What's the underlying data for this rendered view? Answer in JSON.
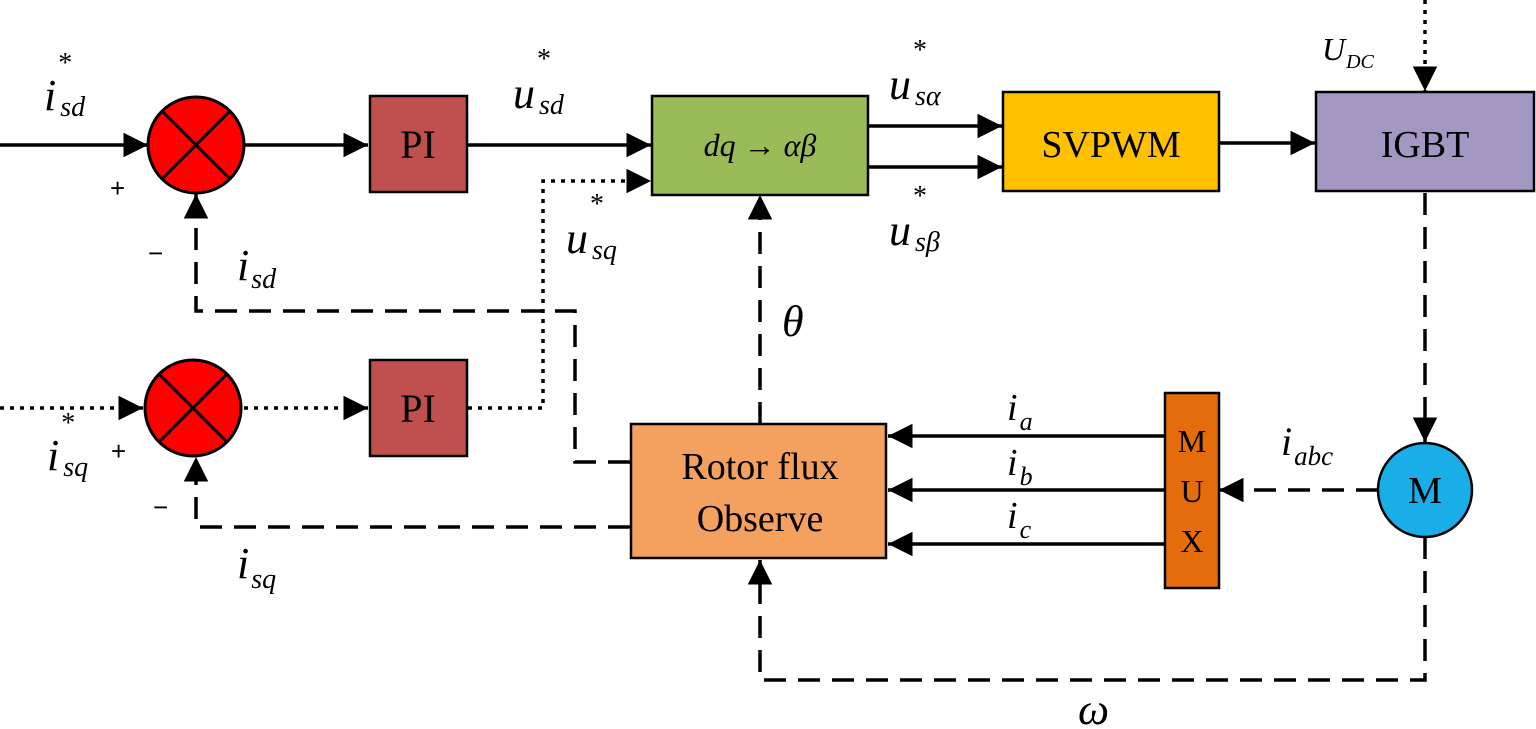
{
  "colors": {
    "summer": "#ff0000",
    "pi": "#c0504d",
    "transform": "#9bbb59",
    "svpwm": "#ffc000",
    "igbt": "#a497c4",
    "observer": "#f4a160",
    "mux": "#e46c0a",
    "motor": "#1aaee8"
  },
  "blocks": {
    "pi_d": "PI",
    "pi_q": "PI",
    "transform": "dq → αβ",
    "svpwm": "SVPWM",
    "igbt": "IGBT",
    "observer_line1": "Rotor flux",
    "observer_line2": "Observe",
    "mux_letters": [
      "M",
      "U",
      "X"
    ],
    "motor": "M"
  },
  "signals": {
    "isd_ref": {
      "base": "i",
      "sub": "sd",
      "sup": "*"
    },
    "isq_ref": {
      "base": "i",
      "sub": "sq",
      "sup": "*"
    },
    "usd_ref": {
      "base": "u",
      "sub": "sd",
      "sup": "*"
    },
    "usq_ref": {
      "base": "u",
      "sub": "sq",
      "sup": "*"
    },
    "usalpha_ref": {
      "base": "u",
      "sub": "sα",
      "sup": "*"
    },
    "usbeta_ref": {
      "base": "u",
      "sub": "sβ",
      "sup": "*"
    },
    "isd": {
      "base": "i",
      "sub": "sd"
    },
    "isq": {
      "base": "i",
      "sub": "sq"
    },
    "udc": {
      "base": "U",
      "sub": "DC"
    },
    "ia": {
      "base": "i",
      "sub": "a"
    },
    "ib": {
      "base": "i",
      "sub": "b"
    },
    "ic": {
      "base": "i",
      "sub": "c"
    },
    "iabc": {
      "base": "i",
      "sub": "abc"
    },
    "theta": "θ",
    "omega": "ω"
  },
  "signs": {
    "d_plus": "+",
    "d_minus": "−",
    "q_plus": "+",
    "q_minus": "−"
  }
}
